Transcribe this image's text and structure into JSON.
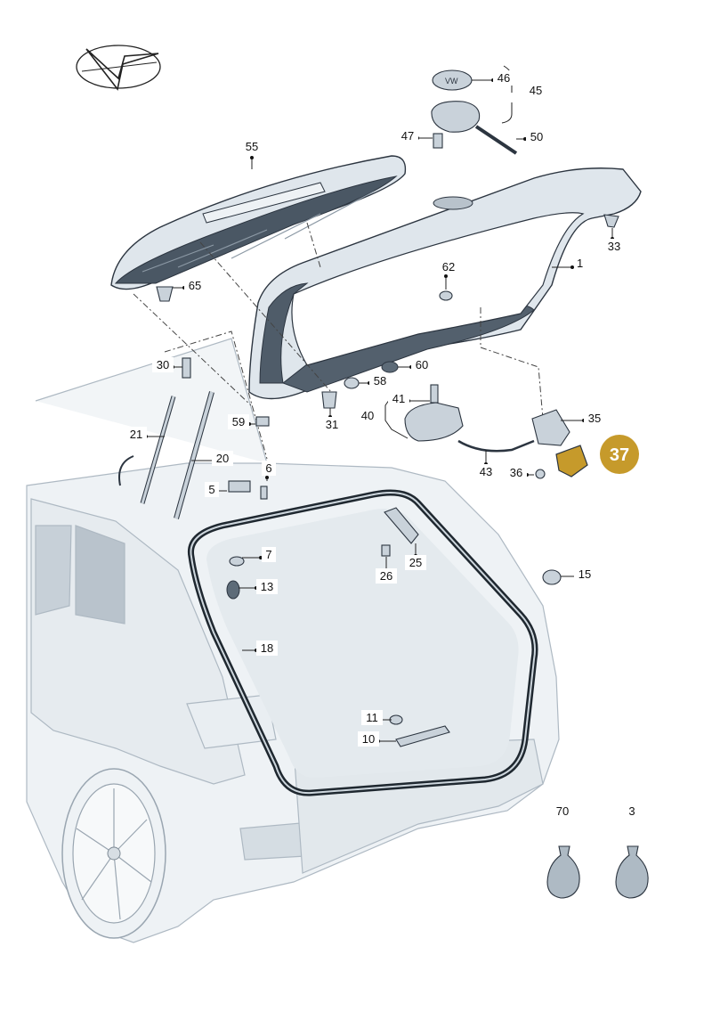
{
  "diagram": {
    "callouts": {
      "p1": "1",
      "p3": "3",
      "p5": "5",
      "p6": "6",
      "p7": "7",
      "p10": "10",
      "p11": "11",
      "p13": "13",
      "p15": "15",
      "p18": "18",
      "p20": "20",
      "p21": "21",
      "p25": "25",
      "p26": "26",
      "p30": "30",
      "p31": "31",
      "p33": "33",
      "p35": "35",
      "p36": "36",
      "p37": "37",
      "p40": "40",
      "p41": "41",
      "p43": "43",
      "p45": "45",
      "p46": "46",
      "p47": "47",
      "p50": "50",
      "p55": "55",
      "p58": "58",
      "p59": "59",
      "p60": "60",
      "p62": "62",
      "p65": "65",
      "p70": "70"
    },
    "highlight": {
      "part": "37",
      "color": "#c69a2b"
    },
    "logo": "vw-stamp-logo"
  }
}
